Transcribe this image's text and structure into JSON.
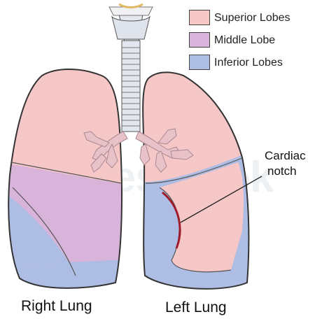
{
  "legend": [
    {
      "label": "Superior Lobes",
      "color": "#f6c7c7"
    },
    {
      "label": "Middle Lobe",
      "color": "#d8b3da"
    },
    {
      "label": "Inferior Lobes",
      "color": "#aebde4"
    }
  ],
  "labels": {
    "right_lung": "Right Lung",
    "left_lung": "Left Lung",
    "cardiac_notch_line1": "Cardiac",
    "cardiac_notch_line2": "notch"
  },
  "watermark": "testbook",
  "colors": {
    "superior": "#f6c7c7",
    "middle": "#d8b3da",
    "inferior": "#aebde4",
    "outline": "#333333",
    "trachea": "#e3e7f0",
    "bronchi": "#e9c1c8",
    "notch": "#a01b2a"
  }
}
